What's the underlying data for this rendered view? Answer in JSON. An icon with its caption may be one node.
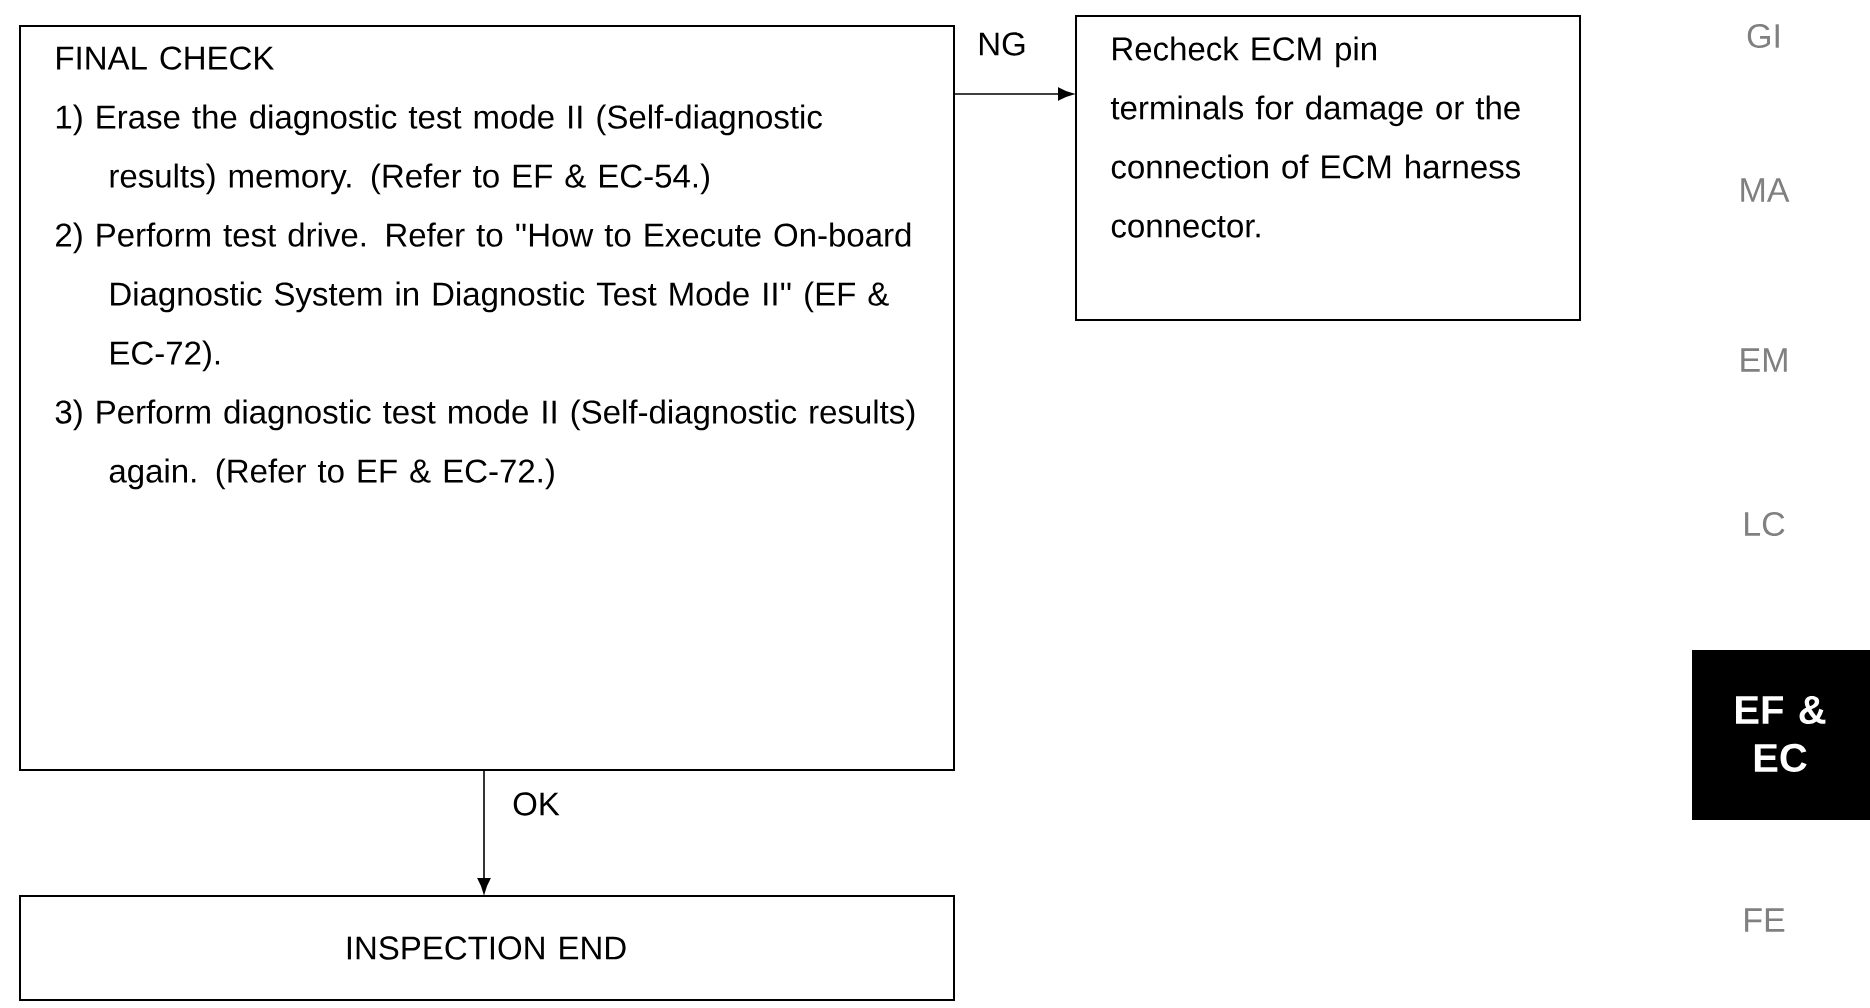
{
  "diagram": {
    "nodes": [
      {
        "text": [
          "FINAL CHECK",
          "1) Erase the diagnostic test mode II (Self-diagnostic results) memory. (Refer to EF & EC-54.)",
          "2) Perform test drive. Refer to ''How to Execute On-board Diagnostic System in Diagnostic Test Mode II'' (EF & EC-72).",
          "3) Perform diagnostic test mode II (Self-diagnostic results) again. (Refer to EF & EC-72.)"
        ]
      },
      {
        "text": [
          "Recheck ECM pin terminals for damage or the connection of ECM harness connector."
        ]
      },
      {
        "text": [
          "INSPECTION END"
        ]
      }
    ],
    "edges": [
      {
        "from": 0,
        "to": 1,
        "arrow": "to",
        "label": "NG"
      },
      {
        "from": 0,
        "to": 2,
        "arrow": "to",
        "label": "OK"
      }
    ],
    "labels": [
      "GI",
      "MA",
      "EM",
      "LC",
      "EF & EC",
      "FE"
    ]
  }
}
